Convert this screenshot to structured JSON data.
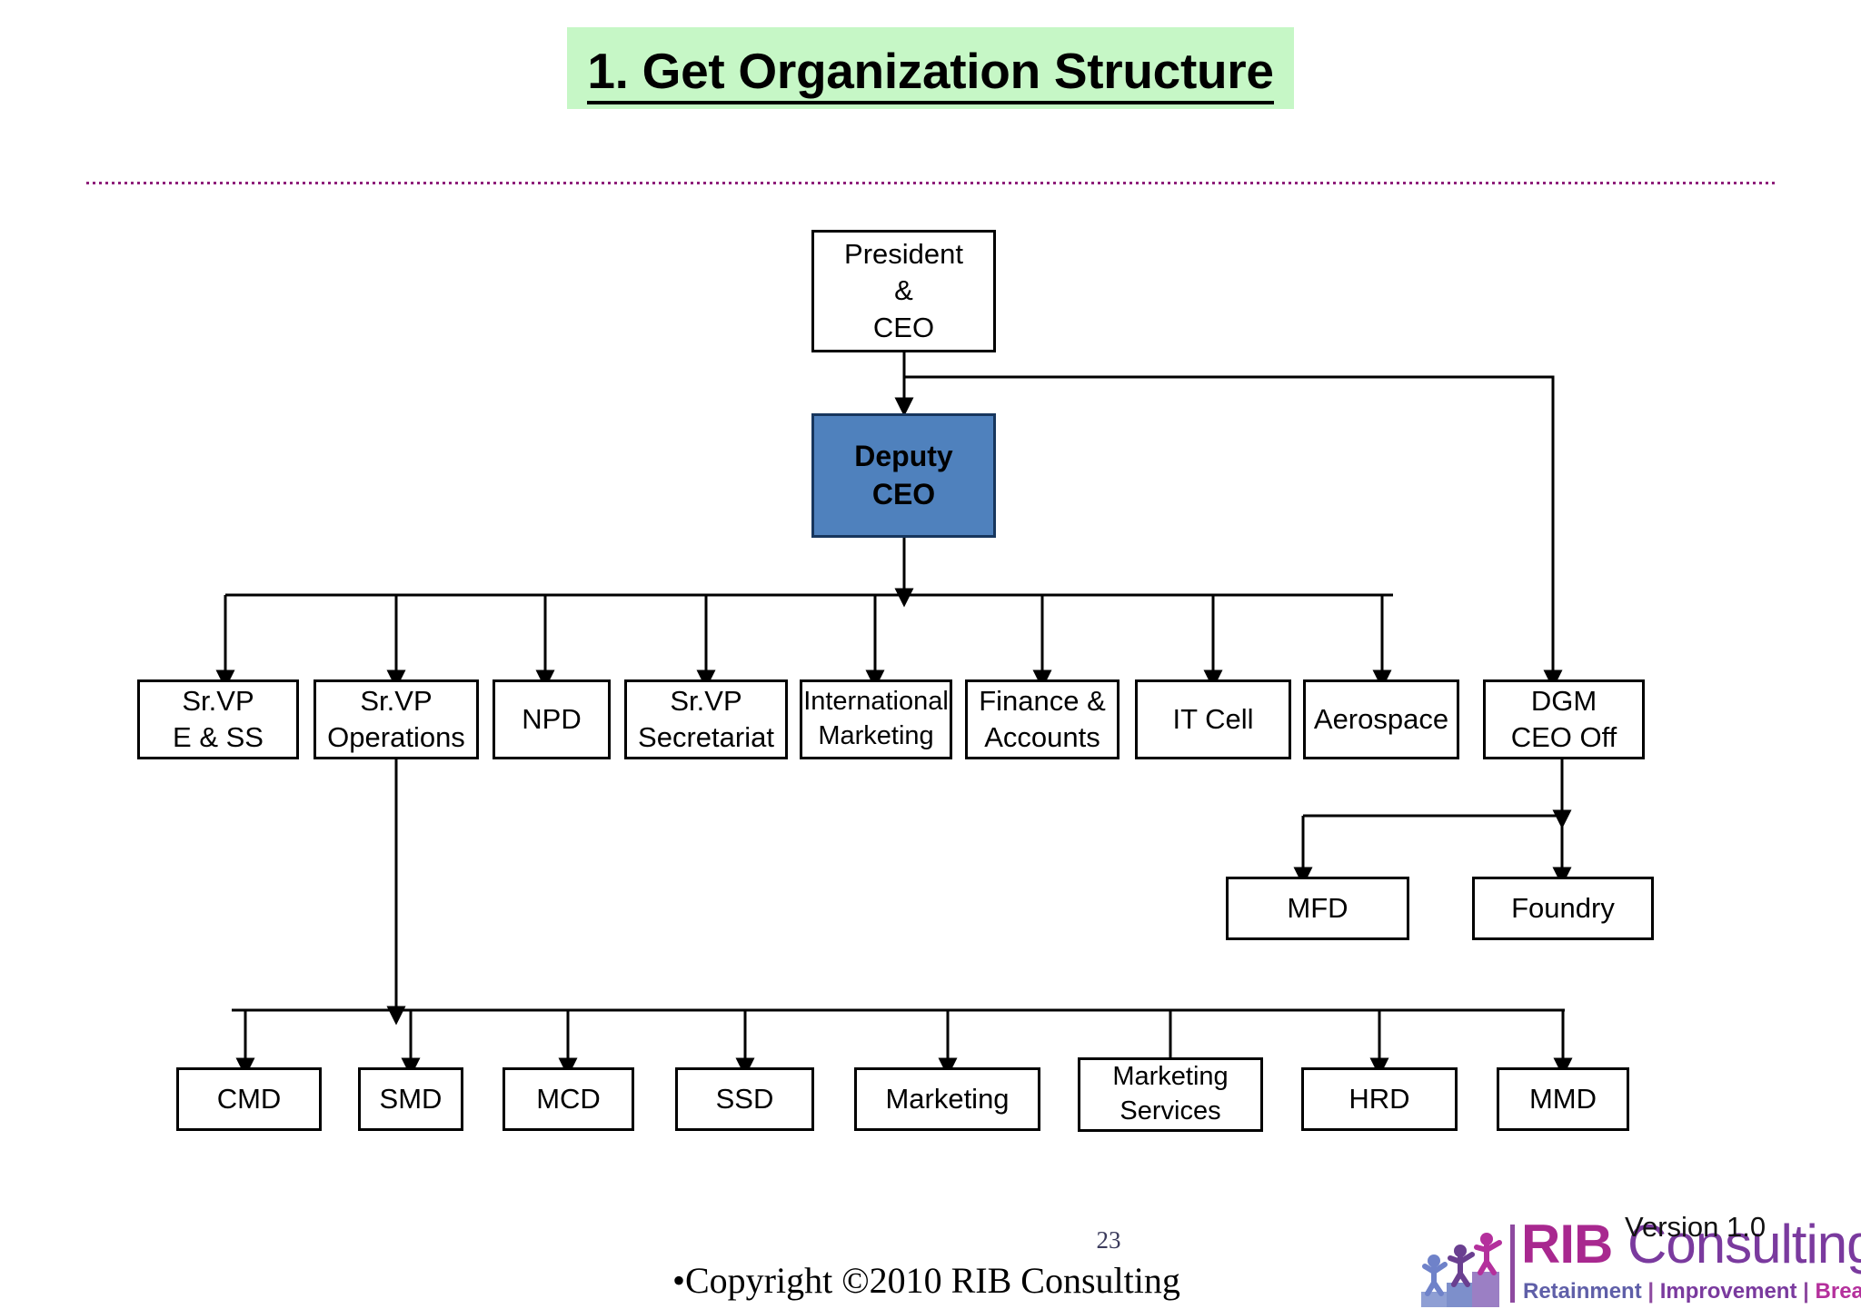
{
  "slide": {
    "title": "1. Get Organization Structure",
    "title_highlight_color": "#c6f7c6",
    "divider_color": "#8e1f7a",
    "page_number": "23",
    "copyright": "•Copyright ©2010 RIB Consulting",
    "version_label": "Version 1.0"
  },
  "logo": {
    "brand_primary": "RIB",
    "brand_secondary": "Consulting",
    "tagline_1": "Retainment",
    "tagline_sep_1": " | ",
    "tagline_2": "Improvement",
    "tagline_sep_2": " | ",
    "tagline_3": "Breakthrough",
    "brand_primary_color": "#a8288f",
    "brand_secondary_color": "#7a3a9e"
  },
  "chart_data": {
    "type": "diagram",
    "diagram_type": "org-chart",
    "title": "1. Get Organization Structure",
    "accent_color": "#4f81bd",
    "nodes": [
      {
        "id": "president",
        "lines": [
          "President",
          "&",
          "CEO"
        ],
        "level": 0,
        "accent": false
      },
      {
        "id": "deputy-ceo",
        "lines": [
          "Deputy",
          "CEO"
        ],
        "level": 1,
        "accent": true
      },
      {
        "id": "srvp-ess",
        "lines": [
          "Sr.VP",
          "E & SS"
        ],
        "level": 2,
        "accent": false
      },
      {
        "id": "srvp-operations",
        "lines": [
          "Sr.VP",
          "Operations"
        ],
        "level": 2,
        "accent": false
      },
      {
        "id": "npd",
        "lines": [
          "NPD"
        ],
        "level": 2,
        "accent": false
      },
      {
        "id": "srvp-secretariat",
        "lines": [
          "Sr.VP",
          "Secretariat"
        ],
        "level": 2,
        "accent": false
      },
      {
        "id": "international-marketing",
        "lines": [
          "International",
          "Marketing"
        ],
        "level": 2,
        "accent": false
      },
      {
        "id": "finance-accounts",
        "lines": [
          "Finance &",
          "Accounts"
        ],
        "level": 2,
        "accent": false
      },
      {
        "id": "it-cell",
        "lines": [
          "IT Cell"
        ],
        "level": 2,
        "accent": false
      },
      {
        "id": "aerospace",
        "lines": [
          "Aerospace"
        ],
        "level": 2,
        "accent": false
      },
      {
        "id": "dgm-ceo-off",
        "lines": [
          "DGM",
          "CEO Off"
        ],
        "level": 2,
        "accent": false
      },
      {
        "id": "mfd",
        "lines": [
          "MFD"
        ],
        "level": 3,
        "accent": false
      },
      {
        "id": "foundry",
        "lines": [
          "Foundry"
        ],
        "level": 3,
        "accent": false
      },
      {
        "id": "cmd",
        "lines": [
          "CMD"
        ],
        "level": 3,
        "accent": false
      },
      {
        "id": "smd",
        "lines": [
          "SMD"
        ],
        "level": 3,
        "accent": false
      },
      {
        "id": "mcd",
        "lines": [
          "MCD"
        ],
        "level": 3,
        "accent": false
      },
      {
        "id": "ssd",
        "lines": [
          "SSD"
        ],
        "level": 3,
        "accent": false
      },
      {
        "id": "marketing",
        "lines": [
          "Marketing"
        ],
        "level": 3,
        "accent": false
      },
      {
        "id": "marketing-services",
        "lines": [
          "Marketing",
          "Services"
        ],
        "level": 3,
        "accent": false
      },
      {
        "id": "hrd",
        "lines": [
          "HRD"
        ],
        "level": 3,
        "accent": false
      },
      {
        "id": "mmd",
        "lines": [
          "MMD"
        ],
        "level": 3,
        "accent": false
      }
    ],
    "edges": [
      {
        "from": "president",
        "to": "deputy-ceo"
      },
      {
        "from": "president",
        "to": "dgm-ceo-off"
      },
      {
        "from": "deputy-ceo",
        "to": "srvp-ess"
      },
      {
        "from": "deputy-ceo",
        "to": "srvp-operations"
      },
      {
        "from": "deputy-ceo",
        "to": "npd"
      },
      {
        "from": "deputy-ceo",
        "to": "srvp-secretariat"
      },
      {
        "from": "deputy-ceo",
        "to": "international-marketing"
      },
      {
        "from": "deputy-ceo",
        "to": "finance-accounts"
      },
      {
        "from": "deputy-ceo",
        "to": "it-cell"
      },
      {
        "from": "deputy-ceo",
        "to": "aerospace"
      },
      {
        "from": "dgm-ceo-off",
        "to": "mfd"
      },
      {
        "from": "dgm-ceo-off",
        "to": "foundry"
      },
      {
        "from": "srvp-operations",
        "to": "cmd"
      },
      {
        "from": "srvp-operations",
        "to": "smd"
      },
      {
        "from": "srvp-operations",
        "to": "mcd"
      },
      {
        "from": "srvp-operations",
        "to": "ssd"
      },
      {
        "from": "srvp-operations",
        "to": "marketing"
      },
      {
        "from": "srvp-operations",
        "to": "marketing-services"
      },
      {
        "from": "srvp-operations",
        "to": "hrd"
      },
      {
        "from": "srvp-operations",
        "to": "mmd"
      }
    ]
  }
}
